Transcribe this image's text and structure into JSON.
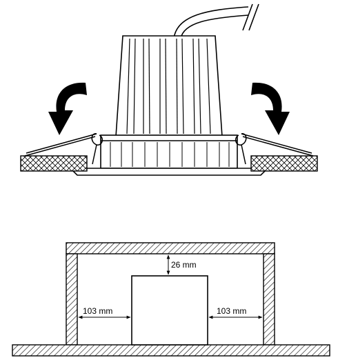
{
  "install_diagram": {
    "icons": [
      "rotate-arrow-left-icon",
      "rotate-arrow-right-icon",
      "cable-break-icon"
    ]
  },
  "clearance_diagram": {
    "top_clearance": "26 mm",
    "left_clearance": "103 mm",
    "right_clearance": "103 mm"
  },
  "colors": {
    "line": "#000000",
    "background": "#ffffff"
  }
}
